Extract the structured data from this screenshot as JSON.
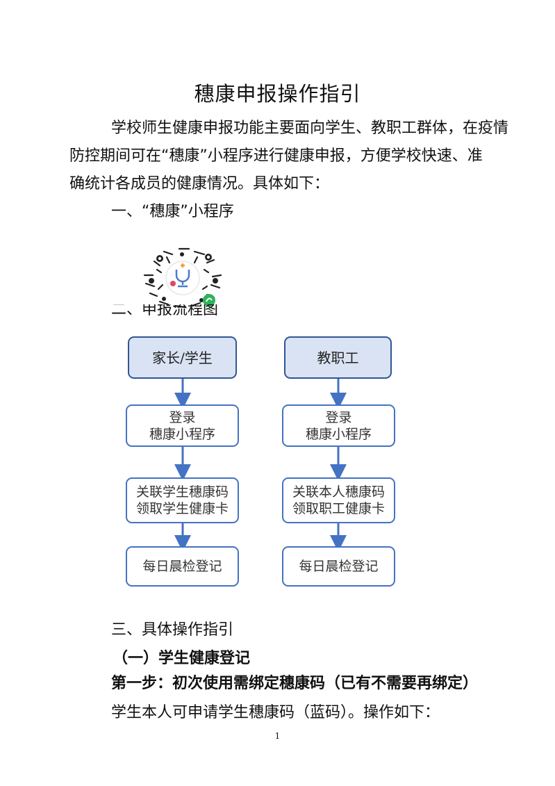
{
  "title": "穗康申报操作指引",
  "intro": {
    "line1": "学校师生健康申报功能主要面向学生、教职工群体，在疫情",
    "line2": "防控期间可在“穗康”小程序进行健康申报，方便学校快速、准",
    "line3": "确统计各成员的健康情况。具体如下："
  },
  "section1": "一、“穗康”小程序",
  "section2": "二、申报流程图",
  "flow": {
    "left": {
      "head": "家长/学生",
      "step1": [
        "登录",
        "穗康小程序"
      ],
      "step2": [
        "关联学生穗康码",
        "领取学生健康卡"
      ],
      "step3": "每日晨检登记"
    },
    "right": {
      "head": "教职工",
      "step1": [
        "登录",
        "穗康小程序"
      ],
      "step2": [
        "关联本人穗康码",
        "领取职工健康卡"
      ],
      "step3": "每日晨检登记"
    }
  },
  "section3": "三、具体操作指引",
  "sub1": "（一）学生健康登记",
  "step_title": "第一步：初次使用需绑定穗康码（已有不需要再绑定）",
  "step_desc": "学生本人可申请学生穗康码（蓝码）。操作如下：",
  "page_number": "1",
  "colors": {
    "box_border": "#4472c4",
    "head_fill": "#dae3f3",
    "arrow": "#4472c4"
  }
}
